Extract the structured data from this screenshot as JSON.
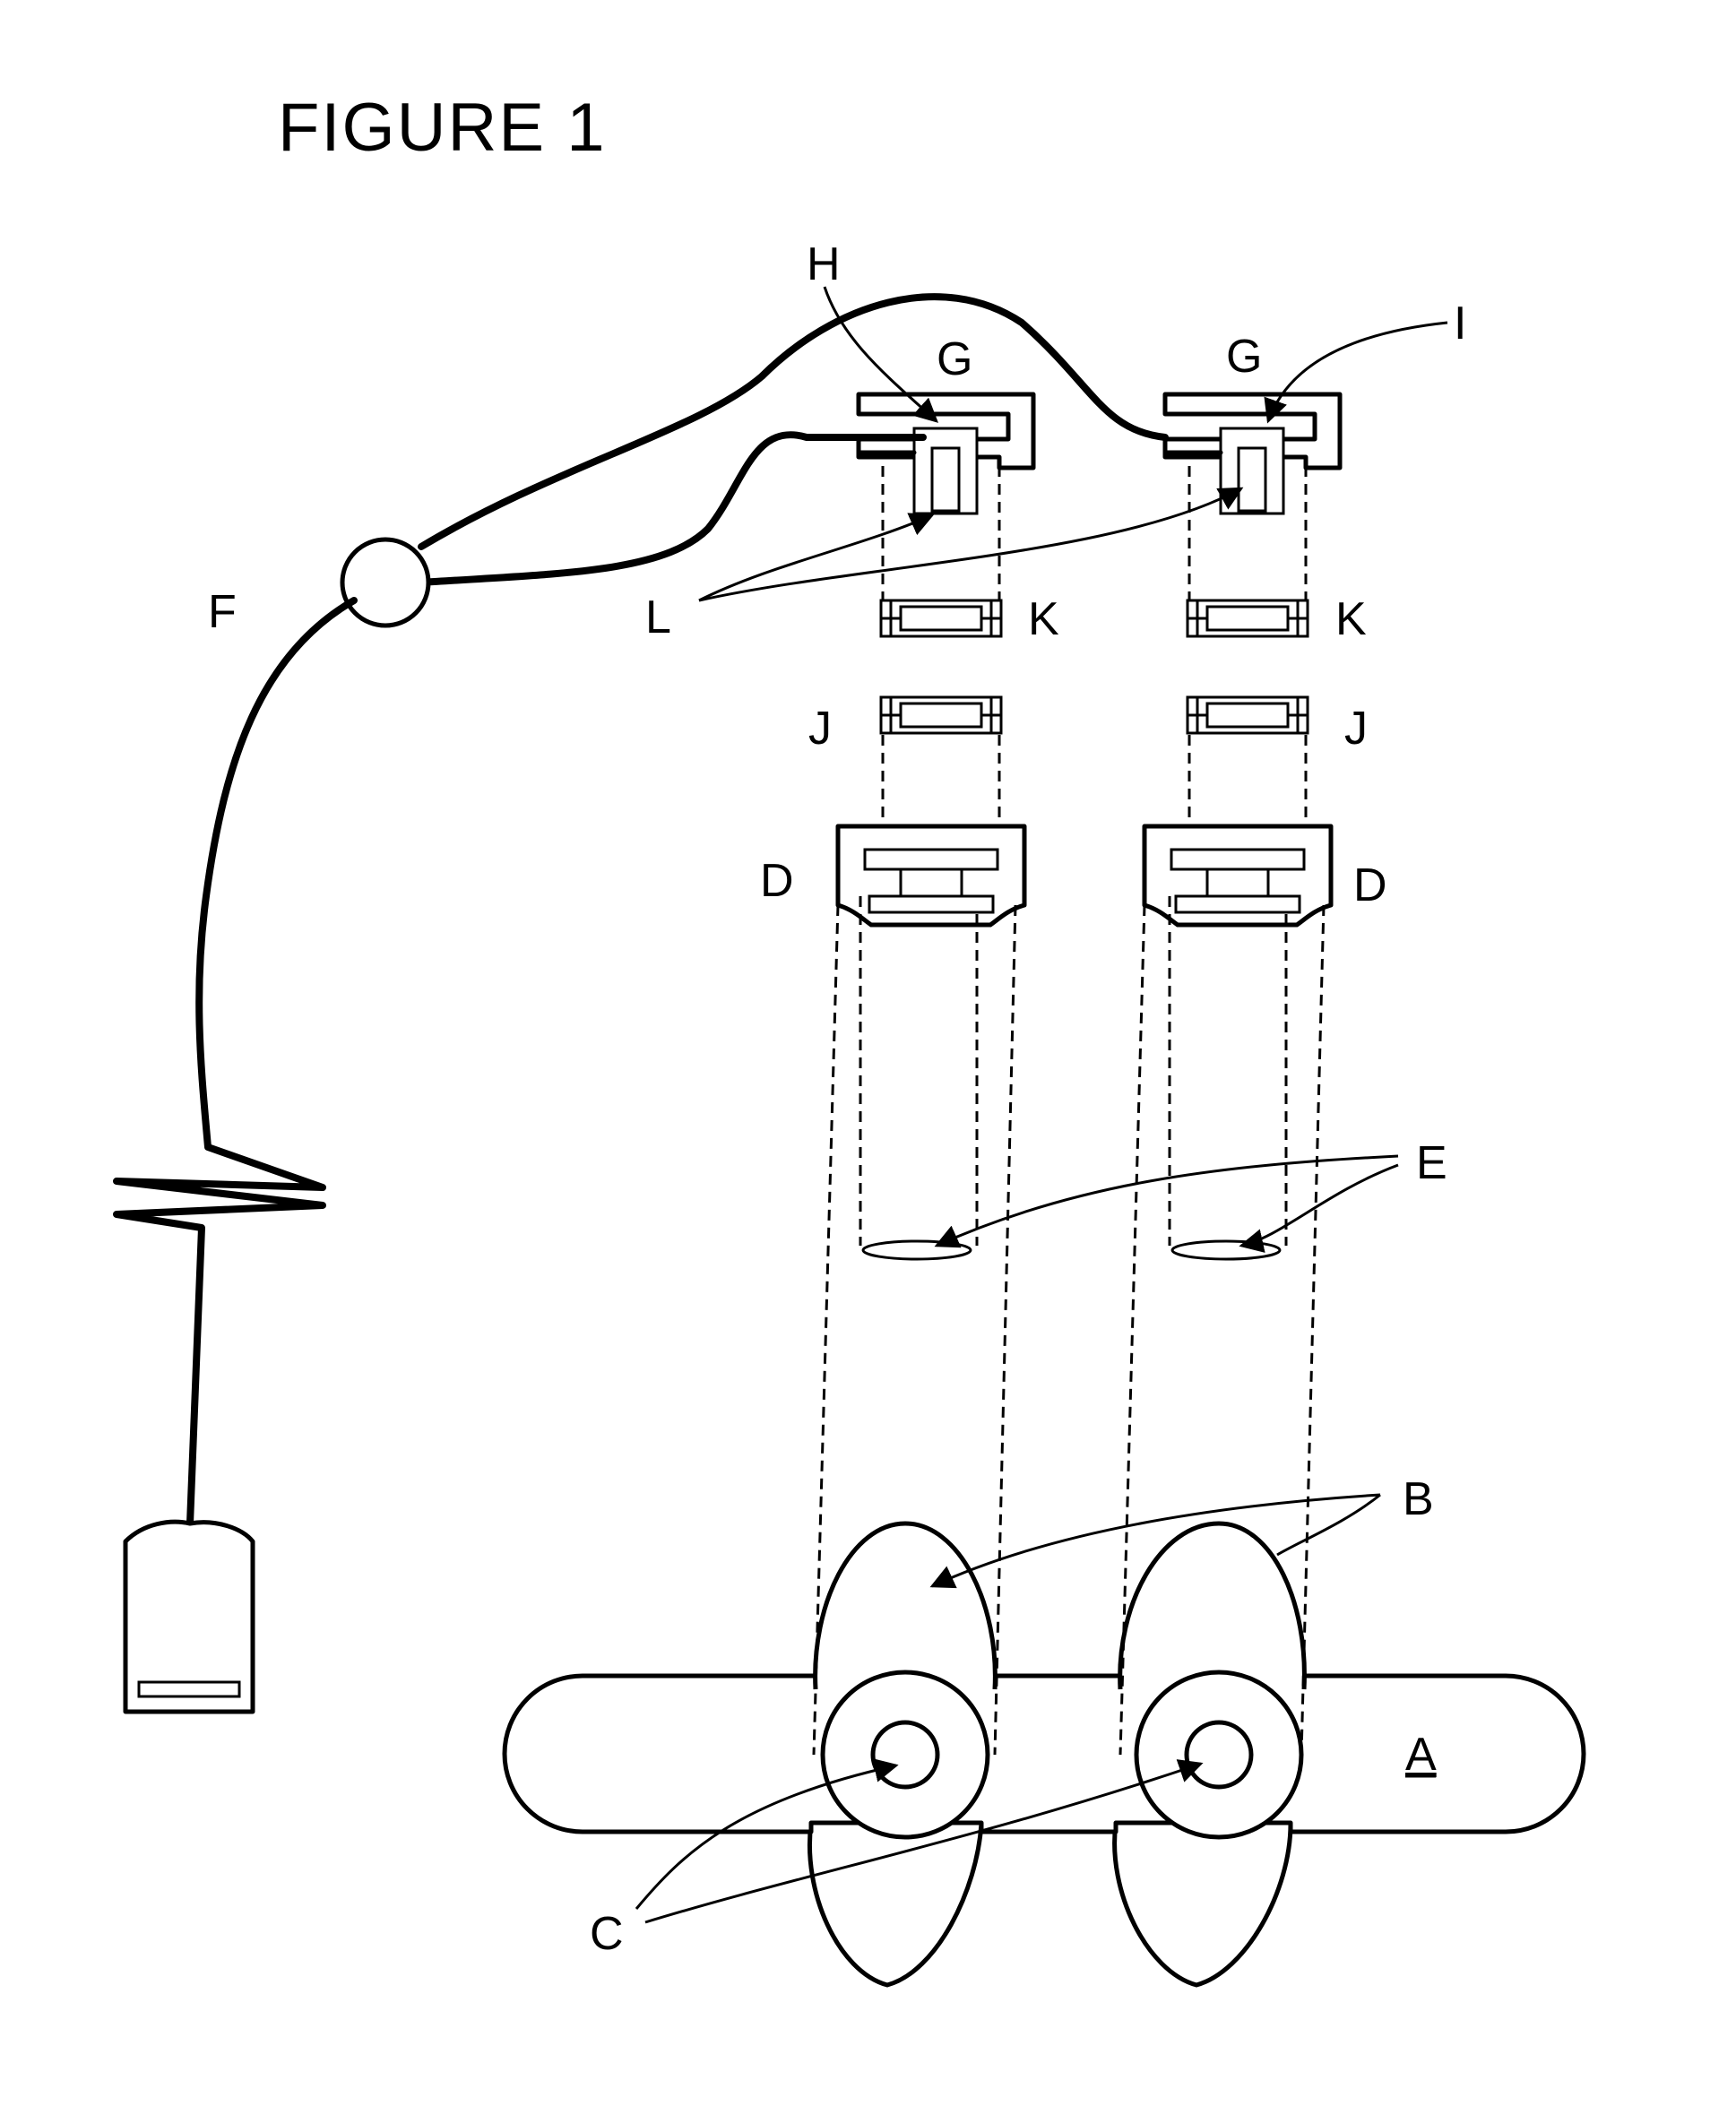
{
  "figure": {
    "title": "FIGURE 1"
  },
  "labels": {
    "A": "A",
    "B": "B",
    "C": "C",
    "D": "D",
    "E": "E",
    "F": "F",
    "G": "G",
    "H": "H",
    "I": "I",
    "J": "J",
    "K": "K",
    "L": "L"
  }
}
